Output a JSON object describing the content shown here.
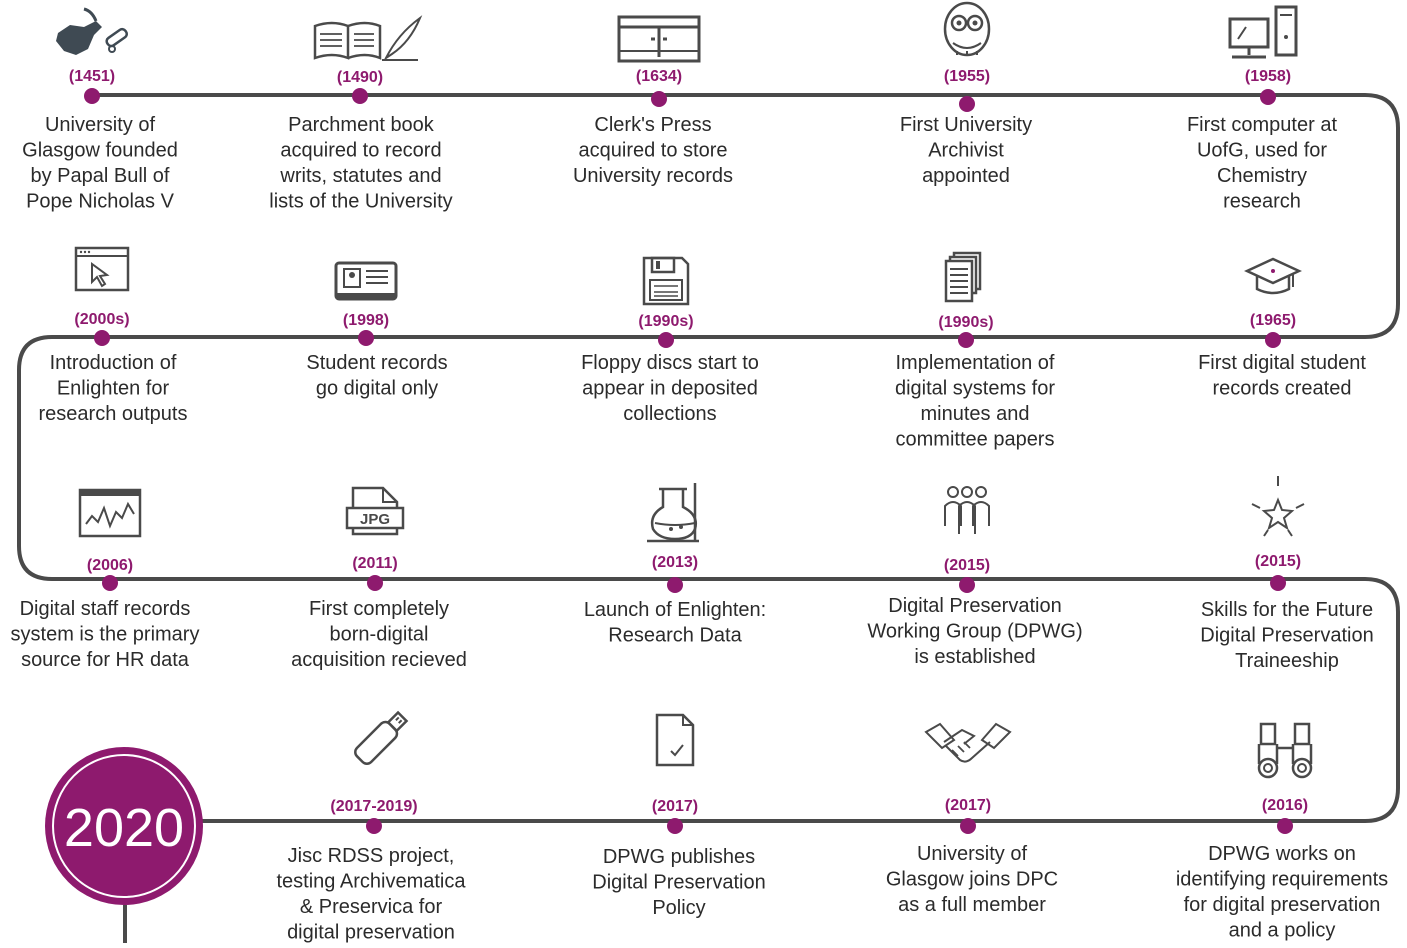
{
  "colors": {
    "line": "#4a4a4a",
    "accent": "#8e1a6e",
    "icon": "#4a4a4a",
    "text": "#2b2b2b"
  },
  "final_year": "2020",
  "events": [
    {
      "year": "(1451)",
      "lines": [
        "University of",
        "Glasgow founded",
        "by Papal Bull of",
        "Pope Nicholas V"
      ],
      "icon": "bull-scroll-icon"
    },
    {
      "year": "(1490)",
      "lines": [
        "Parchment book",
        "acquired to record",
        "writs, statutes and",
        "lists of the University"
      ],
      "icon": "book-quill-icon"
    },
    {
      "year": "(1634)",
      "lines": [
        "Clerk's Press",
        "acquired to store",
        "University records"
      ],
      "icon": "cabinet-icon"
    },
    {
      "year": "(1955)",
      "lines": [
        "First University",
        "Archivist",
        "appointed"
      ],
      "icon": "owl-icon"
    },
    {
      "year": "(1958)",
      "lines": [
        "First computer at",
        "UofG, used for",
        "Chemistry",
        "research"
      ],
      "icon": "computer-icon"
    },
    {
      "year": "(1965)",
      "lines": [
        "First digital student",
        "records created"
      ],
      "icon": "graduation-cap-icon"
    },
    {
      "year": "(1990s)",
      "lines": [
        "Implementation of",
        "digital systems for",
        "minutes and",
        "committee papers"
      ],
      "icon": "documents-stack-icon"
    },
    {
      "year": "(1990s)",
      "lines": [
        "Floppy discs start to",
        "appear in deposited",
        "collections"
      ],
      "icon": "floppy-disc-icon"
    },
    {
      "year": "(1998)",
      "lines": [
        "Student records",
        "go digital only"
      ],
      "icon": "id-card-icon"
    },
    {
      "year": "(2000s)",
      "lines": [
        "Introduction of",
        "Enlighten for",
        "research outputs"
      ],
      "icon": "browser-cursor-icon"
    },
    {
      "year": "(2006)",
      "lines": [
        "Digital staff records",
        "system is the primary",
        "source for HR data"
      ],
      "icon": "line-chart-icon"
    },
    {
      "year": "(2011)",
      "lines": [
        "First completely",
        "born-digital",
        "acquisition recieved"
      ],
      "icon": "jpg-file-icon"
    },
    {
      "year": "(2013)",
      "lines": [
        "Launch of Enlighten:",
        "Research Data"
      ],
      "icon": "flask-icon"
    },
    {
      "year": "(2015)",
      "lines": [
        "Digital Preservation",
        "Working Group (DPWG)",
        "is established"
      ],
      "icon": "group-people-icon"
    },
    {
      "year": "(2015)",
      "lines": [
        "Skills for the Future",
        "Digital Preservation",
        "Traineeship"
      ],
      "icon": "star-icon"
    },
    {
      "year": "(2016)",
      "lines": [
        "DPWG works on",
        "identifying requirements",
        "for digital preservation",
        "and a policy"
      ],
      "icon": "binoculars-icon"
    },
    {
      "year": "(2017)",
      "lines": [
        "University of",
        "Glasgow joins DPC",
        "as a full member"
      ],
      "icon": "handshake-icon"
    },
    {
      "year": "(2017)",
      "lines": [
        "DPWG publishes",
        "Digital Preservation",
        "Policy"
      ],
      "icon": "document-check-icon"
    },
    {
      "year": "(2017-2019)",
      "lines": [
        "Jisc RDSS project,",
        "testing Archivematica",
        "& Preservica for",
        "digital preservation"
      ],
      "icon": "usb-stick-icon"
    }
  ]
}
